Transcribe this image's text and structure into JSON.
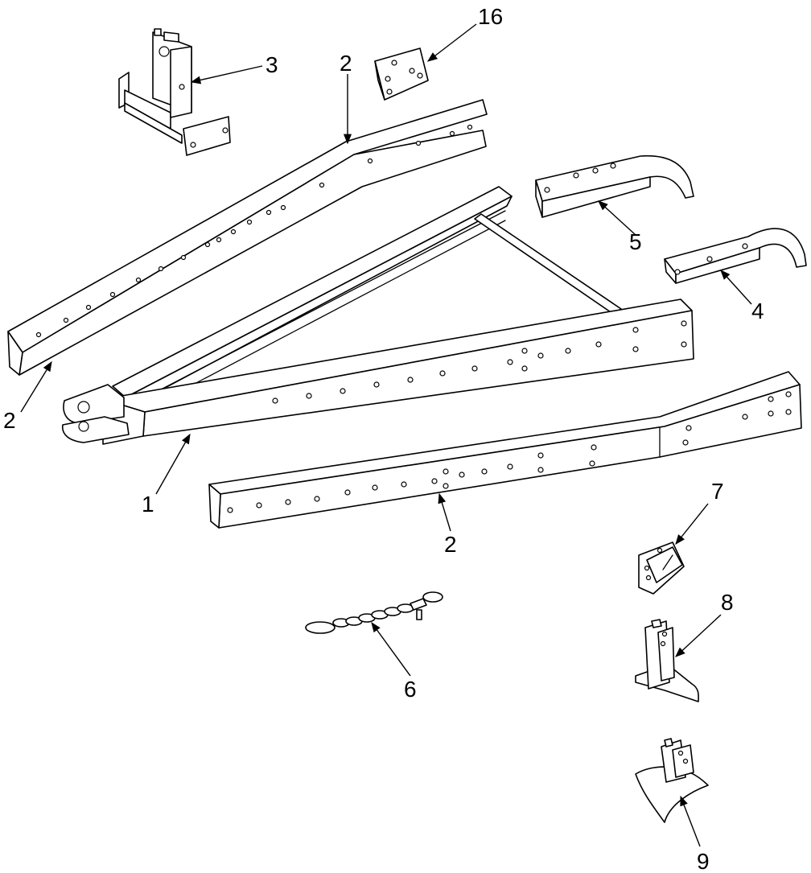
{
  "callouts": {
    "c1": "1",
    "c2a": "2",
    "c2b": "2",
    "c2c": "2",
    "c3": "3",
    "c4": "4",
    "c5": "5",
    "c6": "6",
    "c7": "7",
    "c8": "8",
    "c9": "9",
    "c16": "16"
  }
}
